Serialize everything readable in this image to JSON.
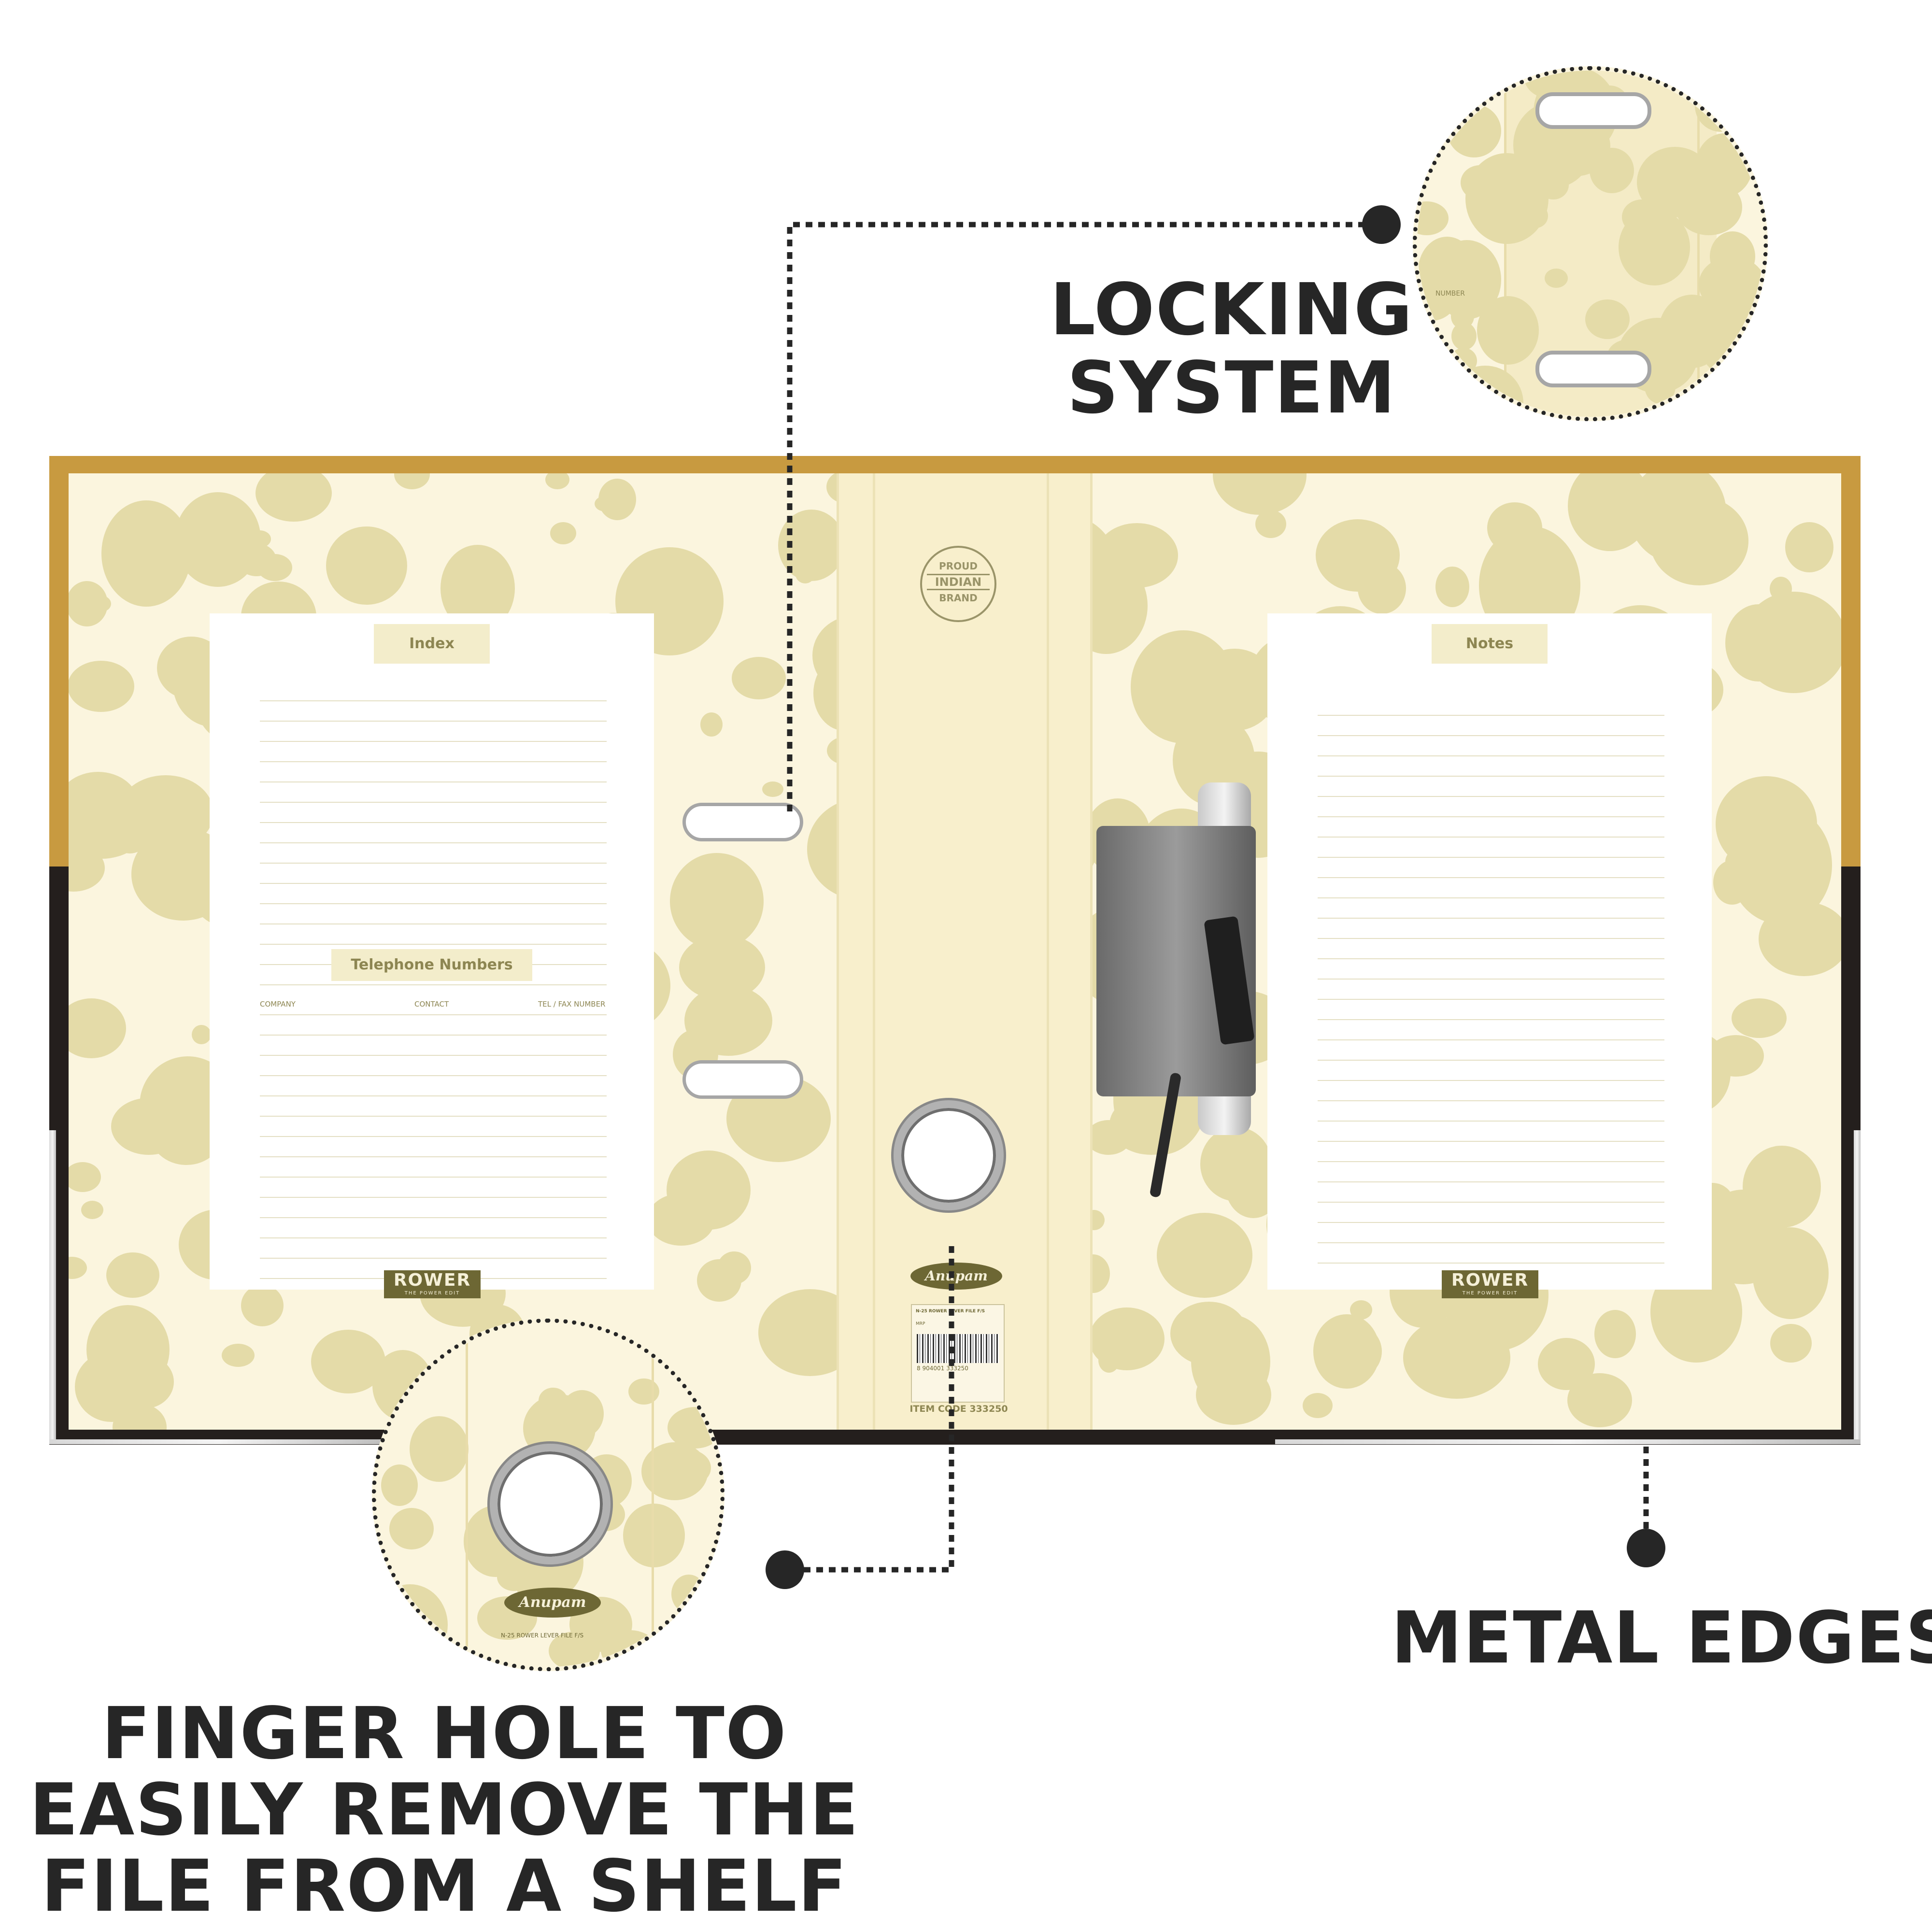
{
  "callouts": {
    "locking_system": [
      "LOCKING",
      "SYSTEM"
    ],
    "metal_edges": "METAL EDGES",
    "finger_hole": [
      "FINGER HOLE TO",
      "EASILY REMOVE THE",
      "FILE FROM A SHELF"
    ]
  },
  "index_sheet": {
    "title": "Index",
    "phone_title": "Telephone Numbers",
    "columns": [
      "COMPANY",
      "CONTACT",
      "TEL / FAX NUMBER"
    ]
  },
  "notes_sheet": {
    "title": "Notes"
  },
  "brand": {
    "rower": "ROWER",
    "rower_tagline": "THE POWER EDIT",
    "anupam": "Anupam",
    "badge": [
      "PROUD",
      "INDIAN",
      "BRAND"
    ]
  },
  "label": {
    "product": "N-25 ROWER LEVER FILE F/S",
    "mrp": "MRP",
    "item_code": "ITEM CODE 333250",
    "barcode_number": "8 904001 333250"
  },
  "zoom_lock": {
    "tel_fragment": "NUMBER"
  },
  "colors": {
    "folder_gold": "#c89a40",
    "folder_dark": "#241f1d",
    "cream": "#fbf5de",
    "spot": "#e4dba8",
    "olive": "#6d6734",
    "text_dark": "#262626"
  }
}
